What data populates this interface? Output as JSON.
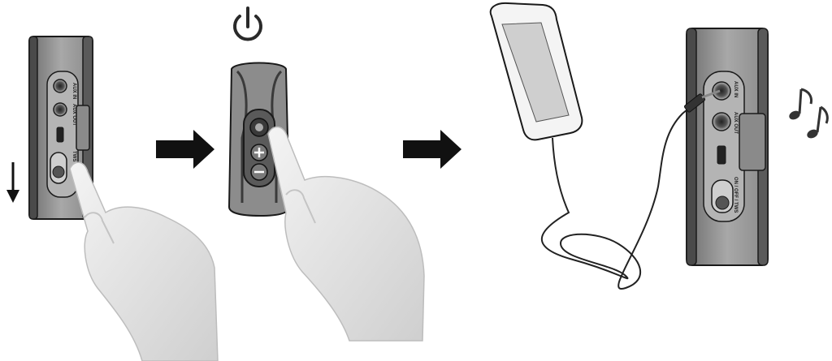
{
  "ports": {
    "aux_in": "AUX IN",
    "aux_out": "AUX OUT",
    "switch_short": "TWS",
    "switch_full": "ON / OFF / TWS"
  },
  "icons": {
    "power": "power-icon",
    "music": "music-notes-icon",
    "arrow": "right-arrow-icon",
    "slide": "down-arrow-icon",
    "plus": "plus-icon",
    "minus": "minus-icon"
  },
  "colors": {
    "device_body": "#9a9a9a",
    "device_dark": "#3a3a3a",
    "outline": "#1a1a1a",
    "hand": "#e6e6e6"
  }
}
